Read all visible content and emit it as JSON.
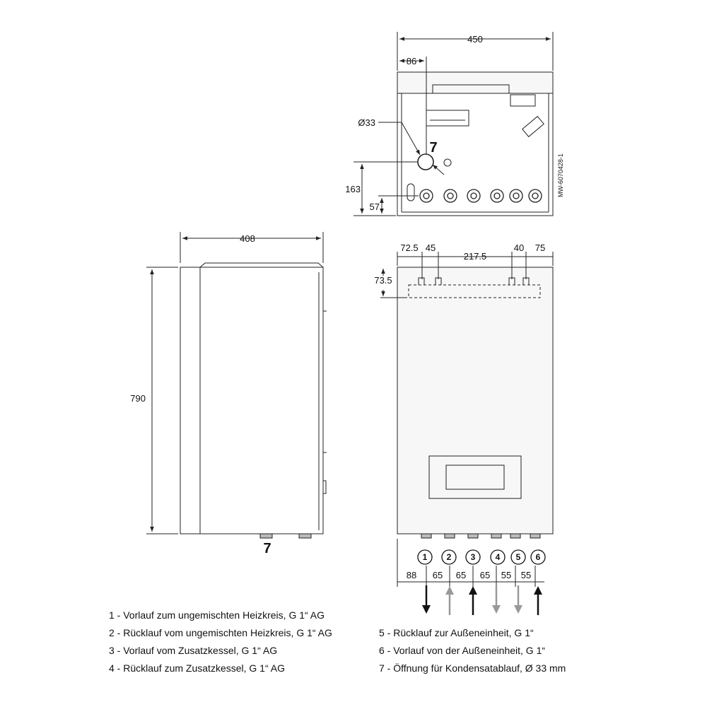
{
  "top_view": {
    "dim_width": "450",
    "dim_offset": "86",
    "dim_diameter": "Ø33",
    "dim_height_opening": "163",
    "dim_height_connections": "57",
    "callout": "7",
    "drawing_code": "MW-6070428-1"
  },
  "side_view": {
    "dim_depth": "408",
    "dim_height": "790",
    "callout": "7"
  },
  "front_view": {
    "dim_top": [
      "72.5",
      "45",
      "217.5",
      "40",
      "75"
    ],
    "dim_bracket": "73.5",
    "connections": [
      "1",
      "2",
      "3",
      "4",
      "5",
      "6"
    ],
    "dim_bottom": [
      "88",
      "65",
      "65",
      "65",
      "55",
      "55"
    ]
  },
  "legend": [
    "1 - Vorlauf zum ungemischten Heizkreis, G 1“ AG",
    "2 - Rücklauf vom ungemischten Heizkreis, G 1“ AG",
    "3 - Vorlauf vom Zusatzkessel, G 1“ AG",
    "4 - Rücklauf zum Zusatzkessel, G 1“ AG",
    "5 - Rücklauf zur Außeneinheit, G 1“",
    "6 - Vorlauf von der Außeneinheit, G 1“",
    "7 - Öffnung für Kondensatablauf, Ø 33 mm"
  ],
  "colors": {
    "line": "#222222",
    "grey_arrow": "#999999",
    "panel": "#f7f7f7"
  }
}
